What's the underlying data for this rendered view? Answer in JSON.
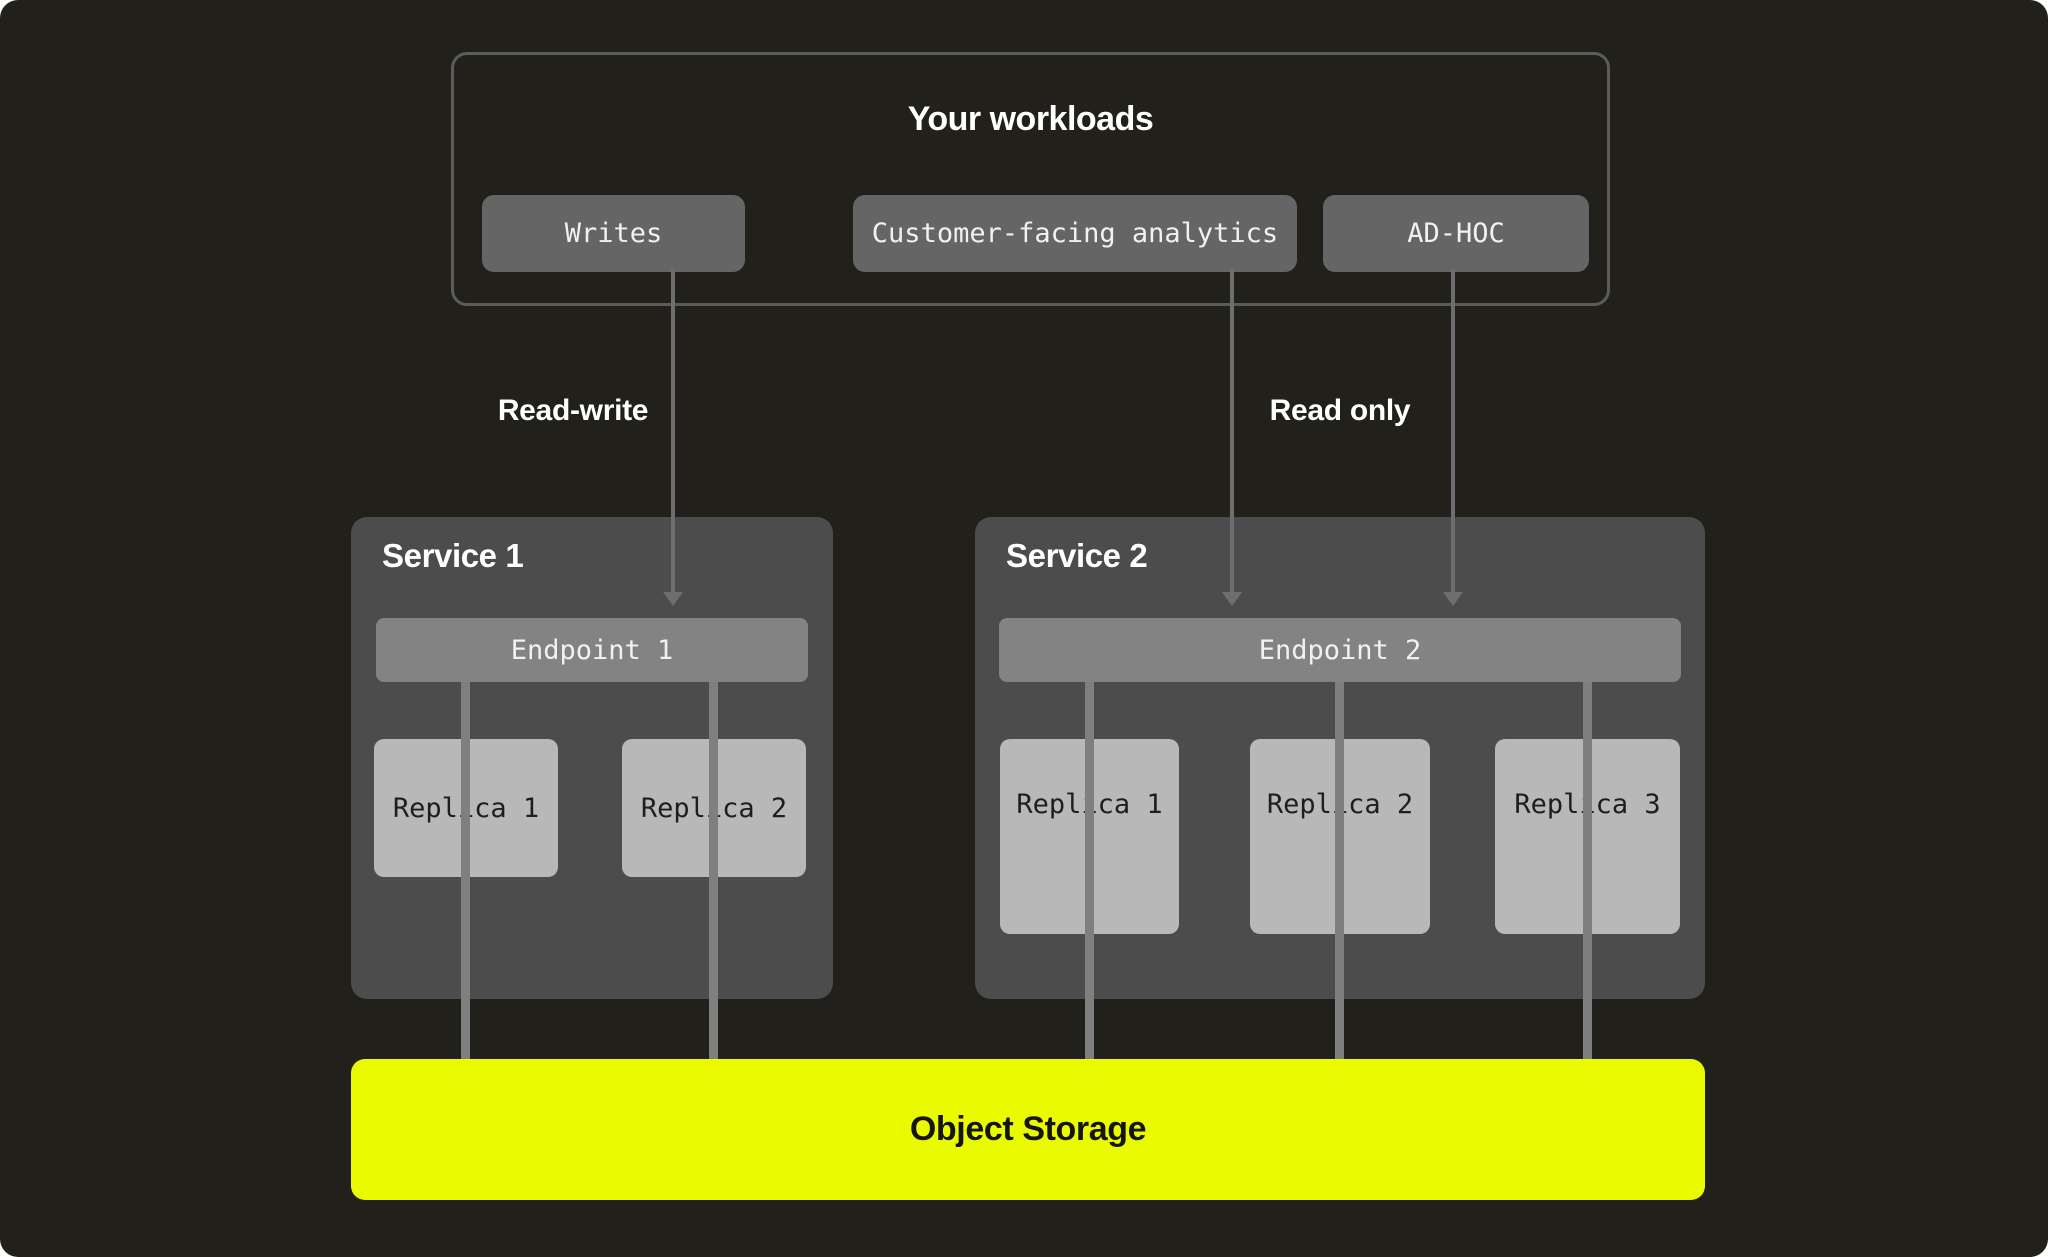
{
  "colors": {
    "page_bg": "#ffffff",
    "panel_bg": "#21201b",
    "outline": "#5b5b59",
    "button_bg": "#656565",
    "service_bg": "#4c4c4c",
    "endpoint_bg": "#838383",
    "replica_bg": "#b8b8b8",
    "replica_text": "#1e1e1c",
    "arrow": "#6e6e6e",
    "line": "#7f7f7f",
    "accent": "#eafb00",
    "heading_text": "#ffffff",
    "mono_text": "#f1f1ef",
    "storage_text": "#15150b"
  },
  "workloads": {
    "title": "Your workloads",
    "items": [
      {
        "label": "Writes"
      },
      {
        "label": "Customer-facing analytics"
      },
      {
        "label": "AD-HOC"
      }
    ]
  },
  "edges": {
    "read_write_label": "Read-write",
    "read_only_label": "Read only"
  },
  "services": [
    {
      "title": "Service 1",
      "endpoint": "Endpoint 1",
      "replicas": [
        "Replica 1",
        "Replica 2"
      ]
    },
    {
      "title": "Service 2",
      "endpoint": "Endpoint 2",
      "replicas": [
        "Replica 1",
        "Replica 2",
        "Replica 3"
      ]
    }
  ],
  "storage": {
    "label": "Object Storage"
  }
}
